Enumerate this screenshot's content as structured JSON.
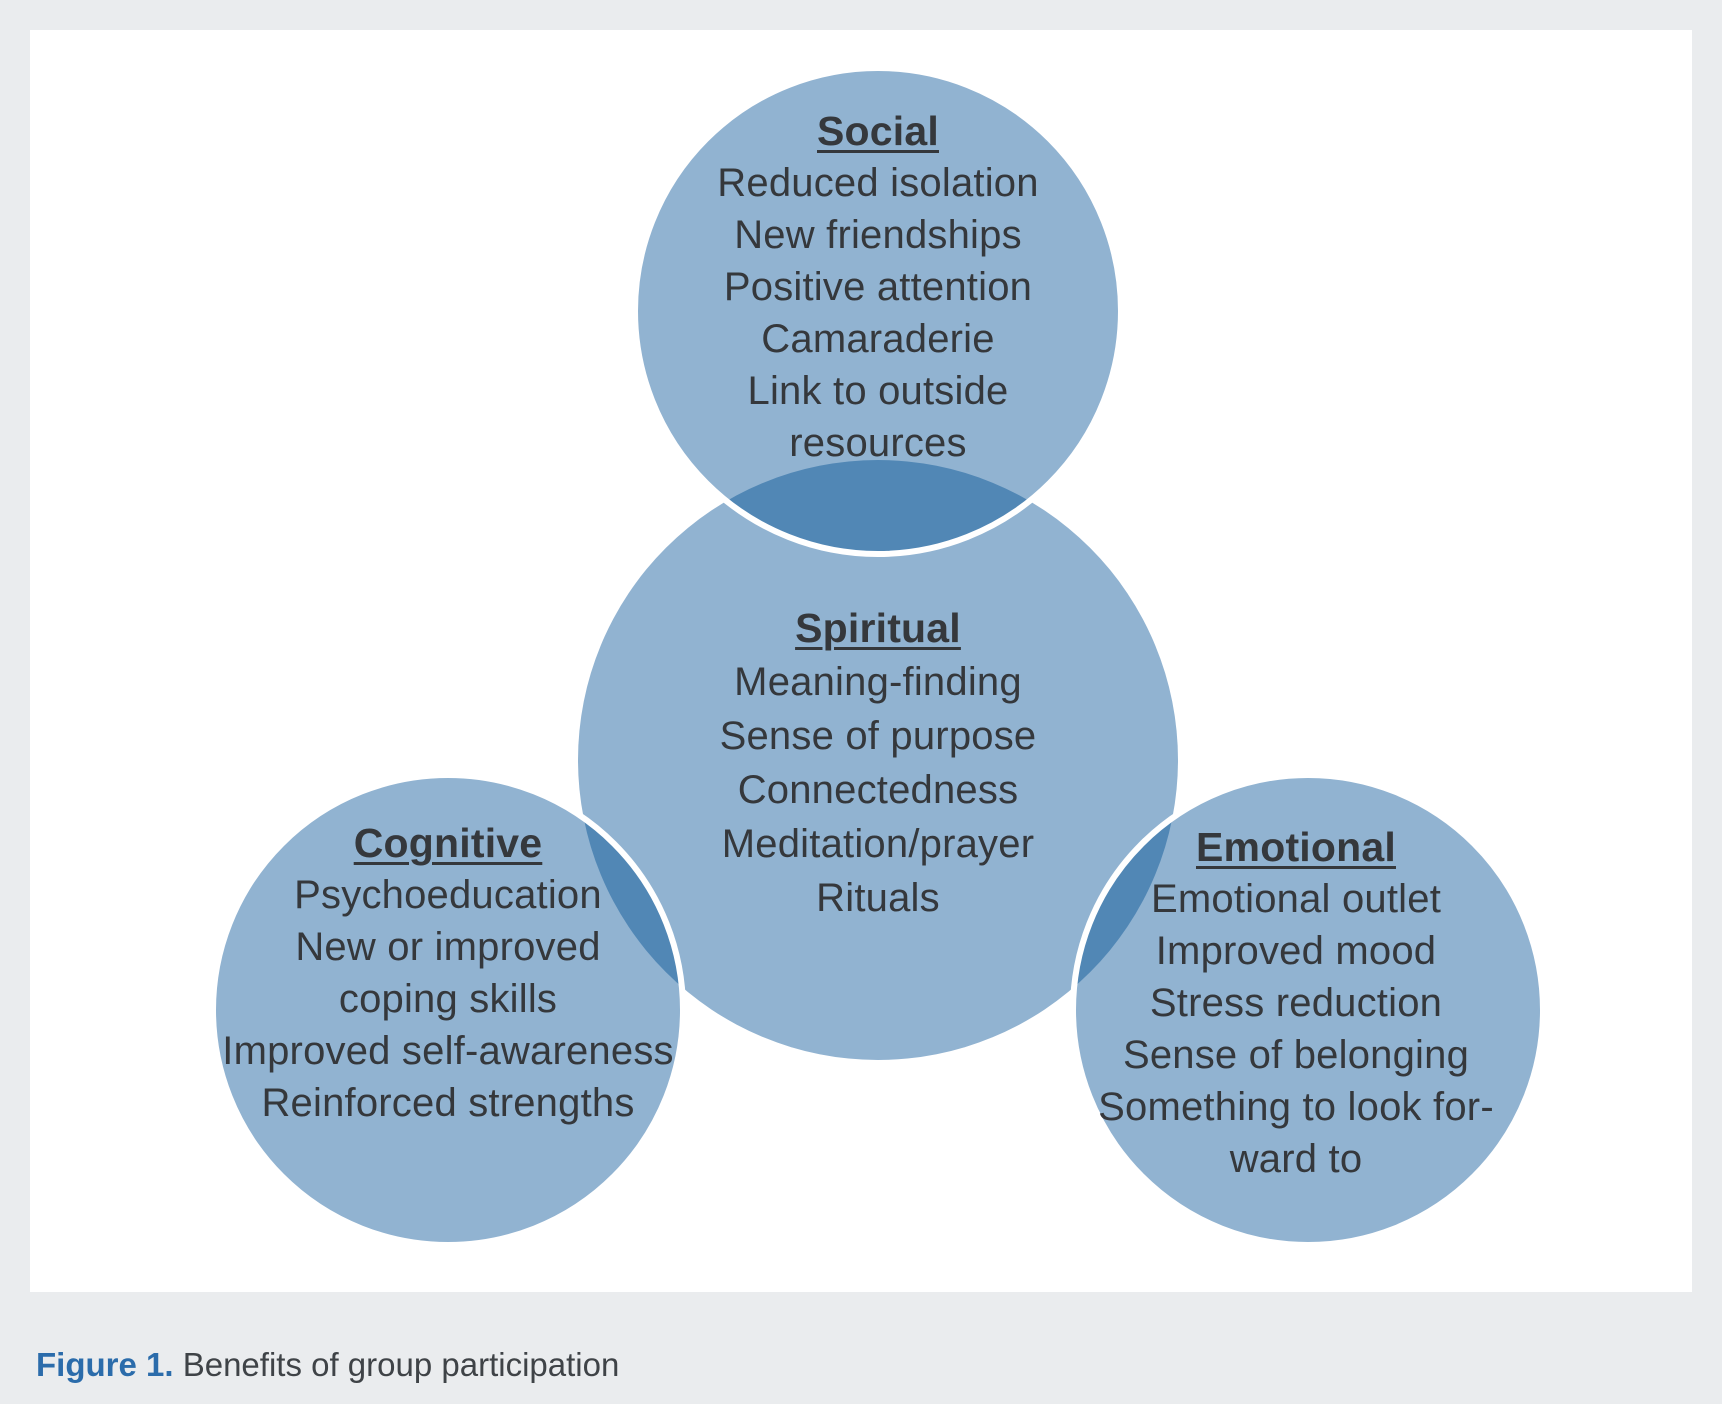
{
  "page": {
    "background_color": "#eaecee",
    "panel_color": "#ffffff"
  },
  "colors": {
    "circle_fill": "#91b3d1",
    "overlap_fill": "#5187b5",
    "circle_stroke": "#ffffff",
    "text_color": "#35383c",
    "caption_accent": "#2b6cab",
    "caption_text_color": "#3f4347"
  },
  "diagram": {
    "circles": [
      {
        "id": "social",
        "title": "Social",
        "lines": [
          "Reduced isolation",
          "New friendships",
          "Positive attention",
          "Camaraderie",
          "Link to outside",
          "resources"
        ]
      },
      {
        "id": "spiritual",
        "title": "Spiritual",
        "lines": [
          "Meaning-finding",
          "Sense of purpose",
          "Connectedness",
          "Meditation/prayer",
          "Rituals"
        ]
      },
      {
        "id": "cognitive",
        "title": "Cognitive",
        "lines": [
          "Psychoeducation",
          "New or improved",
          "coping skills",
          "Improved self-awareness",
          "Reinforced strengths"
        ]
      },
      {
        "id": "emotional",
        "title": "Emotional",
        "lines": [
          "Emotional outlet",
          "Improved mood",
          "Stress reduction",
          "Sense of belonging",
          "Something to look for-",
          "ward to"
        ]
      }
    ]
  },
  "caption": {
    "label": "Figure 1.",
    "text": "Benefits of group participation"
  }
}
